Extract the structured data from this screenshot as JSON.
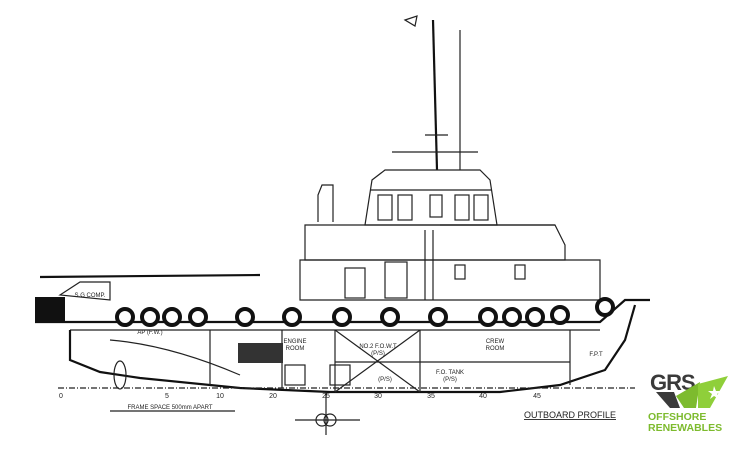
{
  "drawing": {
    "title": "OUTBOARD PROFILE",
    "frame_note": "FRAME SPACE 500mm APART",
    "compartments": {
      "sg_comp": "S.G COMP.",
      "ap": "AP (F.W.)",
      "engine_room_1": "ENGINE",
      "engine_room_2": "ROOM",
      "fowt_1": "NO.2 F.O.W.T",
      "fowt_2": "(P/S)",
      "crew_room_1": "CREW",
      "crew_room_2": "ROOM",
      "fpt": "F.P.T",
      "fo_tank_1": "F.O. TANK",
      "fo_tank_2": "(P/S)",
      "lower_tank": "(P/S)"
    },
    "frame_ticks": [
      "0",
      "5",
      "10",
      "20",
      "25",
      "30",
      "35",
      "40",
      "45"
    ]
  },
  "logo": {
    "brand": "GRS",
    "line1": "OFFSHORE",
    "line2": "RENEWABLES",
    "colors": {
      "dark": "#3a3a3a",
      "green": "#7dbb2e"
    }
  }
}
